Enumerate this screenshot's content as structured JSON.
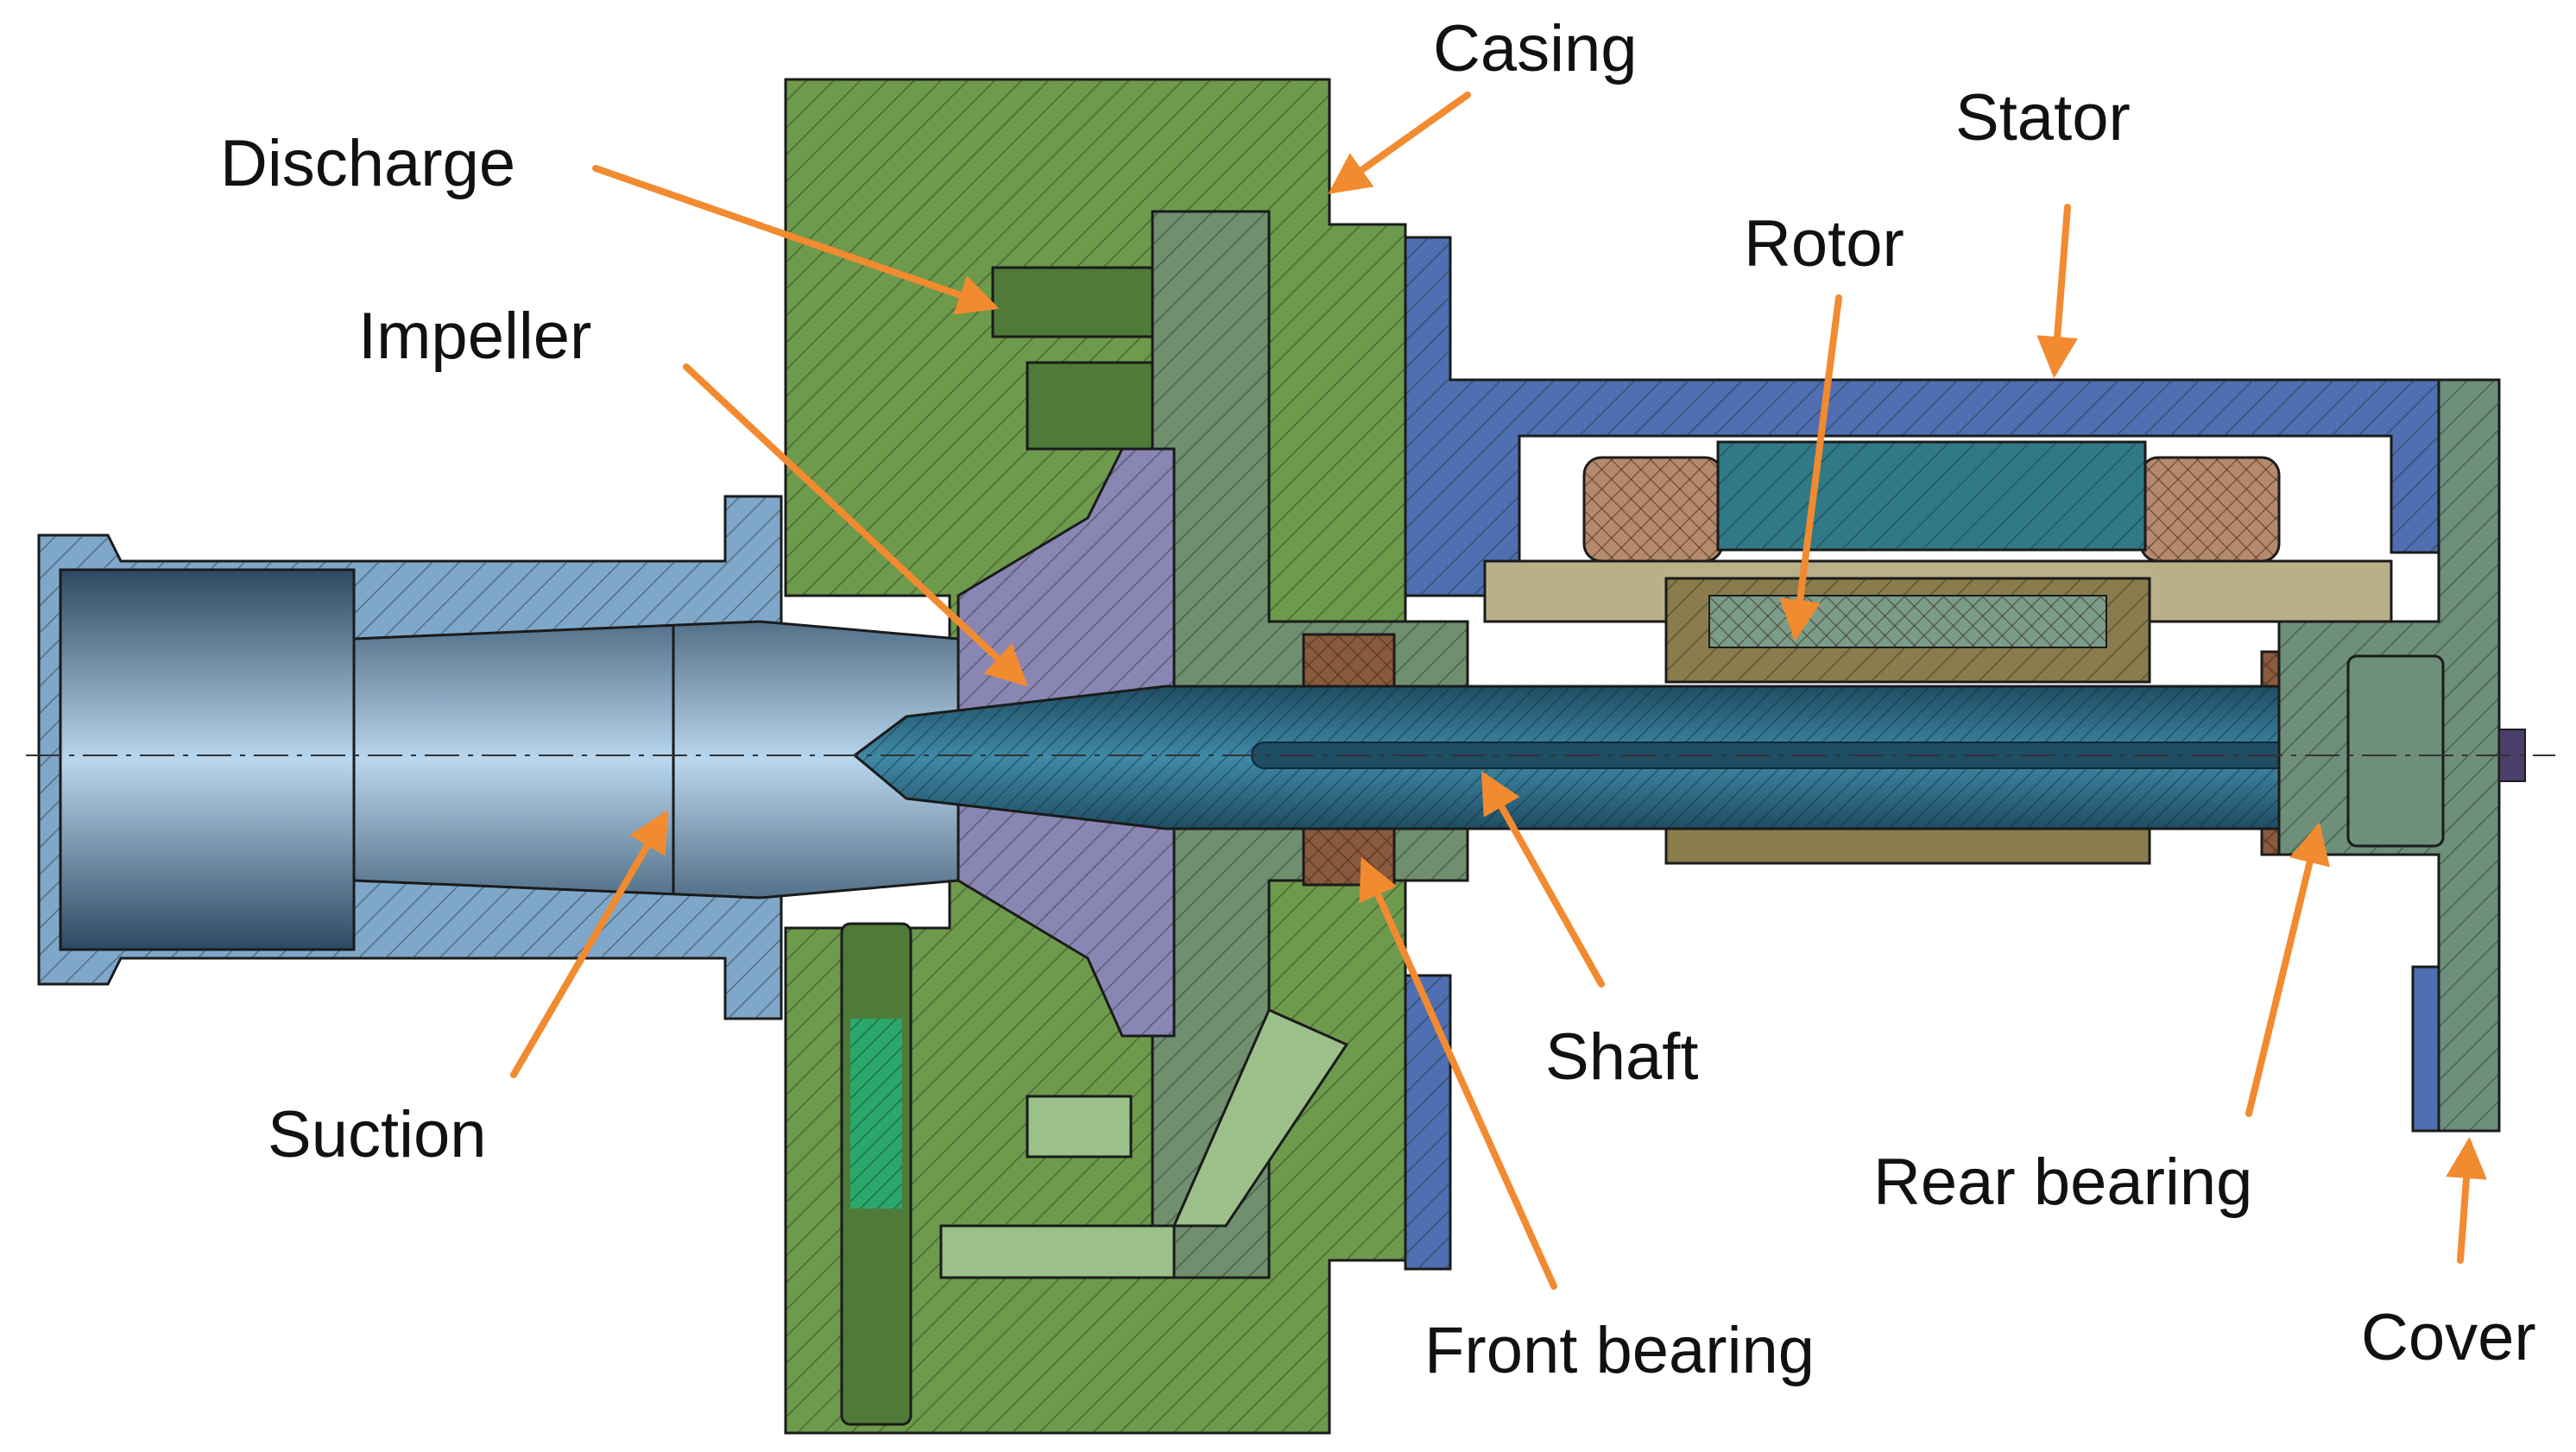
{
  "labels": {
    "casing": "Casing",
    "stator": "Stator",
    "discharge": "Discharge",
    "rotor": "Rotor",
    "impeller": "Impeller",
    "shaft": "Shaft",
    "suction": "Suction",
    "rear_bearing": "Rear bearing",
    "front_bearing": "Front bearing",
    "cover": "Cover"
  },
  "colors": {
    "arrow": "#f28a30",
    "casing": "#6e9a4c",
    "casing_dark": "#4f7a38",
    "casing_grey": "#6f8f6f",
    "stator": "#4f6fb2",
    "rotor": "#8a7c4c",
    "shaft": "#2e6f86",
    "impeller": "#8a86b4",
    "suction": "#7fa7c9",
    "bearing": "#8a5a3c",
    "cover": "#6e8f7a",
    "winding": "#b58a6c"
  }
}
